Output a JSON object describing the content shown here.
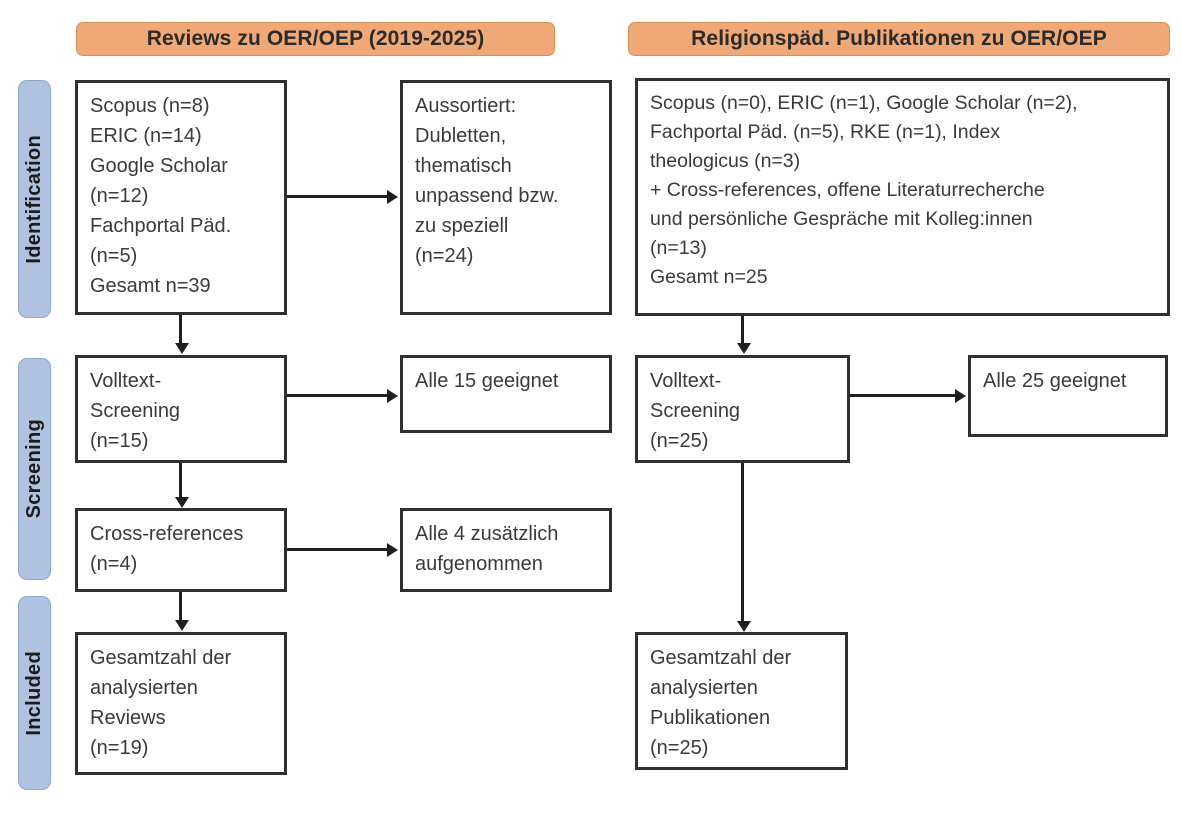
{
  "diagram": {
    "type": "prisma-flow-diagram",
    "colors": {
      "header_orange": "#EFA876",
      "stage_blue": "#AFC3E1",
      "box_border": "#2F2F2F",
      "text": "#3A3A3A",
      "background": "#FFFFFF"
    },
    "columns": [
      {
        "id": "reviews",
        "header": "Reviews zu OER/OEP (2019-2025)"
      },
      {
        "id": "religionspaed",
        "header": "Religionspäd. Publikationen zu OER/OEP"
      }
    ],
    "stages": [
      {
        "id": "identification",
        "label": "Identification"
      },
      {
        "id": "screening",
        "label": "Screening"
      },
      {
        "id": "included",
        "label": "Included"
      }
    ],
    "boxes": {
      "left_identification": {
        "lines": [
          "Scopus (n=8)",
          "ERIC (n=14)",
          "Google Scholar",
          "(n=12)",
          "Fachportal Päd.",
          "(n=5)",
          "Gesamt n=39"
        ]
      },
      "left_excluded": {
        "lines": [
          "Aussortiert:",
          "Dubletten,",
          "thematisch",
          "unpassend bzw.",
          "zu speziell",
          "(n=24)"
        ]
      },
      "left_screening": {
        "lines": [
          "Volltext-",
          "Screening",
          "(n=15)"
        ]
      },
      "left_screening_result": {
        "lines": [
          "Alle 15 geeignet"
        ]
      },
      "left_crossrefs": {
        "lines": [
          "Cross-references",
          "(n=4)"
        ]
      },
      "left_crossrefs_result": {
        "lines": [
          "Alle 4 zusätzlich",
          "aufgenommen"
        ]
      },
      "left_included": {
        "lines": [
          "Gesamtzahl der",
          "analysierten",
          "Reviews",
          "(n=19)"
        ]
      },
      "right_identification": {
        "lines": [
          "Scopus (n=0), ERIC (n=1), Google Scholar (n=2),",
          "Fachportal Päd. (n=5), RKE (n=1), Index",
          "theologicus (n=3)",
          "+ Cross-references, offene Literaturrecherche",
          "und persönliche Gespräche mit Kolleg:innen",
          "(n=13)",
          "Gesamt n=25"
        ]
      },
      "right_screening": {
        "lines": [
          "Volltext-",
          "Screening",
          "(n=25)"
        ]
      },
      "right_screening_result": {
        "lines": [
          "Alle 25 geeignet"
        ]
      },
      "right_included": {
        "lines": [
          "Gesamtzahl der",
          "analysierten",
          "Publikationen",
          "(n=25)"
        ]
      }
    }
  }
}
